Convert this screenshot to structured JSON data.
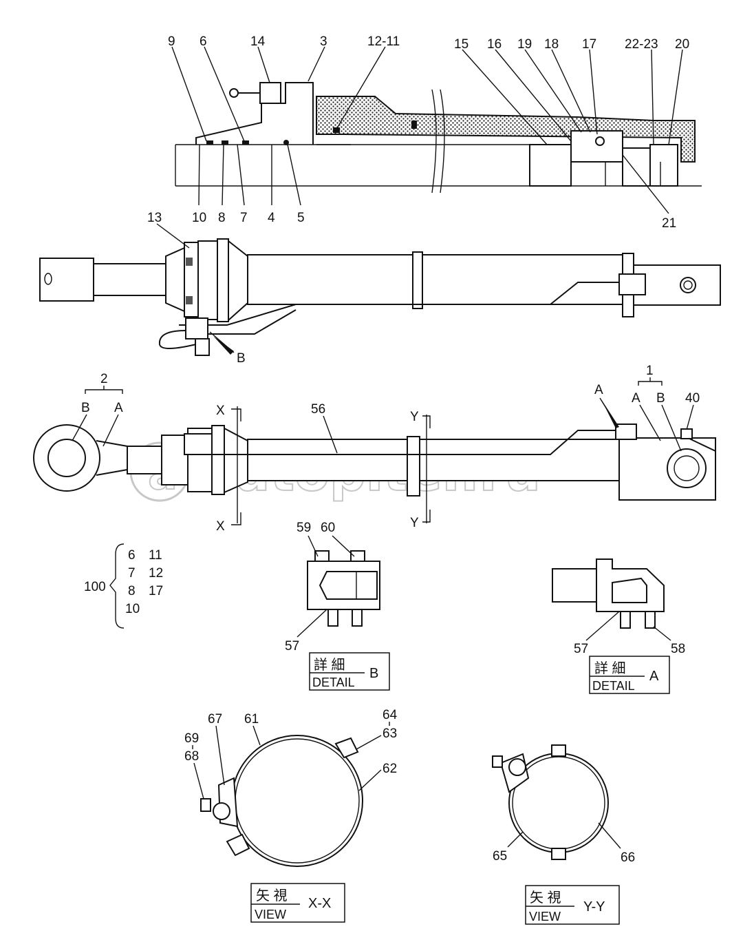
{
  "callouts": {
    "top": [
      "9",
      "6",
      "14",
      "3",
      "12-11",
      "15",
      "16",
      "19",
      "18",
      "17",
      "22-23",
      "20"
    ],
    "top_bottom": [
      "10",
      "8",
      "7",
      "4",
      "5",
      "21"
    ],
    "mid": [
      "13",
      "B"
    ],
    "main": [
      "2",
      "B",
      "A",
      "X",
      "X",
      "56",
      "Y",
      "Y",
      "A",
      "1",
      "A",
      "B",
      "40"
    ],
    "kit_main": "100",
    "kit_items": [
      "6",
      "11",
      "7",
      "12",
      "8",
      "17",
      "10"
    ],
    "detail_b": [
      "59",
      "60",
      "57"
    ],
    "detail_a": [
      "57",
      "58"
    ],
    "view_xx": [
      "69",
      "68",
      "67",
      "61",
      "64",
      "63",
      "62"
    ],
    "view_yy": [
      "65",
      "66"
    ]
  },
  "boxes": {
    "detail_b": {
      "jp": "詳 細",
      "en": "DETAIL",
      "letter": "B"
    },
    "detail_a": {
      "jp": "詳 細",
      "en": "DETAIL",
      "letter": "A"
    },
    "view_xx": {
      "jp": "矢 視",
      "en": "VIEW",
      "letter": "X-X"
    },
    "view_yy": {
      "jp": "矢 視",
      "en": "VIEW",
      "letter": "Y-Y"
    }
  },
  "watermark": "autopiter.ru"
}
